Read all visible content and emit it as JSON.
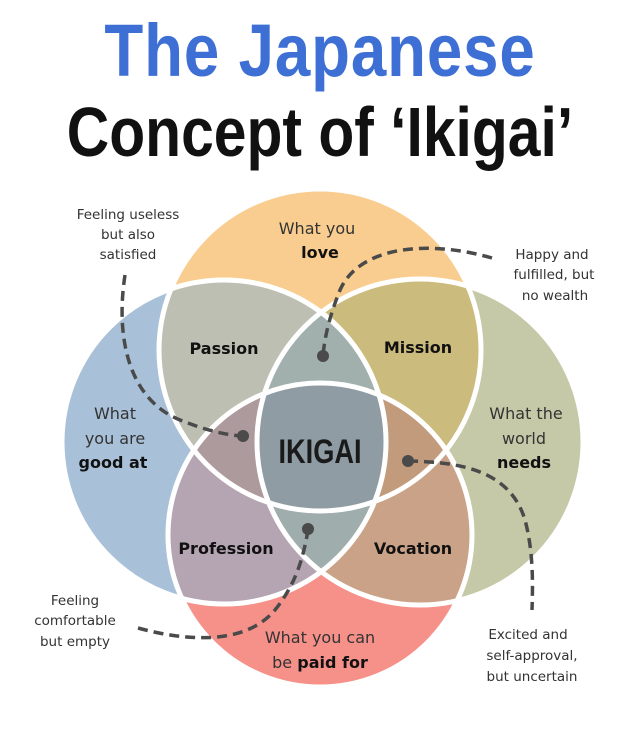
{
  "title": {
    "line1": "The Japanese",
    "line2": "Concept of ‘Ikigai’"
  },
  "colors": {
    "title_blue": "#3d6fd4",
    "love": "#f9cd8f",
    "good_at": "#a9c1d8",
    "world_needs": "#c6c9a7",
    "paid_for": "#f6918a"
  },
  "circles": {
    "love": {
      "line1": "What you",
      "bold": "love"
    },
    "good_at": {
      "line1": "What",
      "line2": "you are",
      "bold": "good at"
    },
    "world_needs": {
      "line1": "What the",
      "line2": "world",
      "bold": "needs"
    },
    "paid_for": {
      "line1": "What you can",
      "line2_prefix": "be",
      "bold": "paid for"
    }
  },
  "overlaps": {
    "passion": "Passion",
    "mission": "Mission",
    "profession": "Profession",
    "vocation": "Vocation",
    "center": "IKIGAI"
  },
  "notes": {
    "useless": [
      "Feeling useless",
      "but also",
      "satisfied"
    ],
    "happy": [
      "Happy and",
      "fulfilled, but",
      "no wealth"
    ],
    "comfortable": [
      "Feeling",
      "comfortable",
      "but empty"
    ],
    "excited": [
      "Excited and",
      "self-approval,",
      "but uncertain"
    ]
  }
}
